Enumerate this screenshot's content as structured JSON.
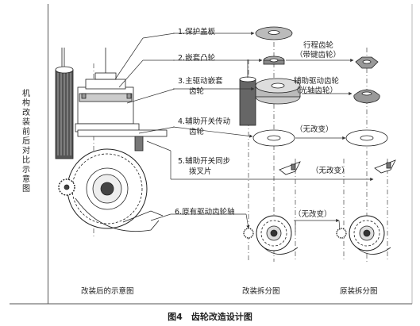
{
  "labels": {
    "l1": "1.保护盖板",
    "l2": "2.嵌套凸轮",
    "l3a": "3.主驱动嵌套",
    "l3b": "齿轮",
    "l4a": "4.辅助开关传动",
    "l4b": "齿轮",
    "l5a": "5.辅助开关同步",
    "l5b": "拨叉片",
    "l6": "6.原有驱动齿轮轴",
    "travel_a": "行程齿轮",
    "travel_b": "（带键齿轮）",
    "aux_a": "辅助驱动齿轮",
    "aux_b": "（光轴齿轮）",
    "nochange1": "（无改变）",
    "nochange2": "（无改变）",
    "nochange3": "（无改变）"
  },
  "side_label": "机构改装前后对比示意图",
  "bottom": {
    "after": "改装后的示意图",
    "mod_exploded": "改装拆分图",
    "orig_exploded": "原装拆分图"
  },
  "caption": "图4　齿轮改造设计图"
}
